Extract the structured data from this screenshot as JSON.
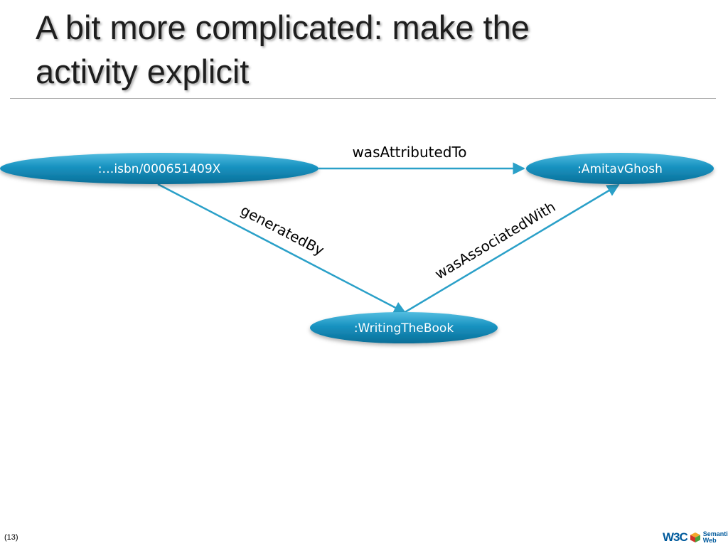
{
  "slide": {
    "title_line1": "A bit more complicated: make the",
    "title_line2": "activity explicit",
    "page_number": "(13)"
  },
  "diagram": {
    "nodes": {
      "book": ":…isbn/000651409X",
      "agent": ":AmitavGhosh",
      "activity": ":WritingTheBook"
    },
    "edges": {
      "attributed": "wasAttributedTo",
      "generated": "generatedBy",
      "associated": "wasAssociatedWith"
    },
    "colors": {
      "node_fill": "#1591bf",
      "edge_stroke": "#2aa0c8",
      "node_text": "#ffffff"
    }
  },
  "logo": {
    "w3c": "W3C",
    "line1": "Semantic",
    "line2": "Web"
  }
}
